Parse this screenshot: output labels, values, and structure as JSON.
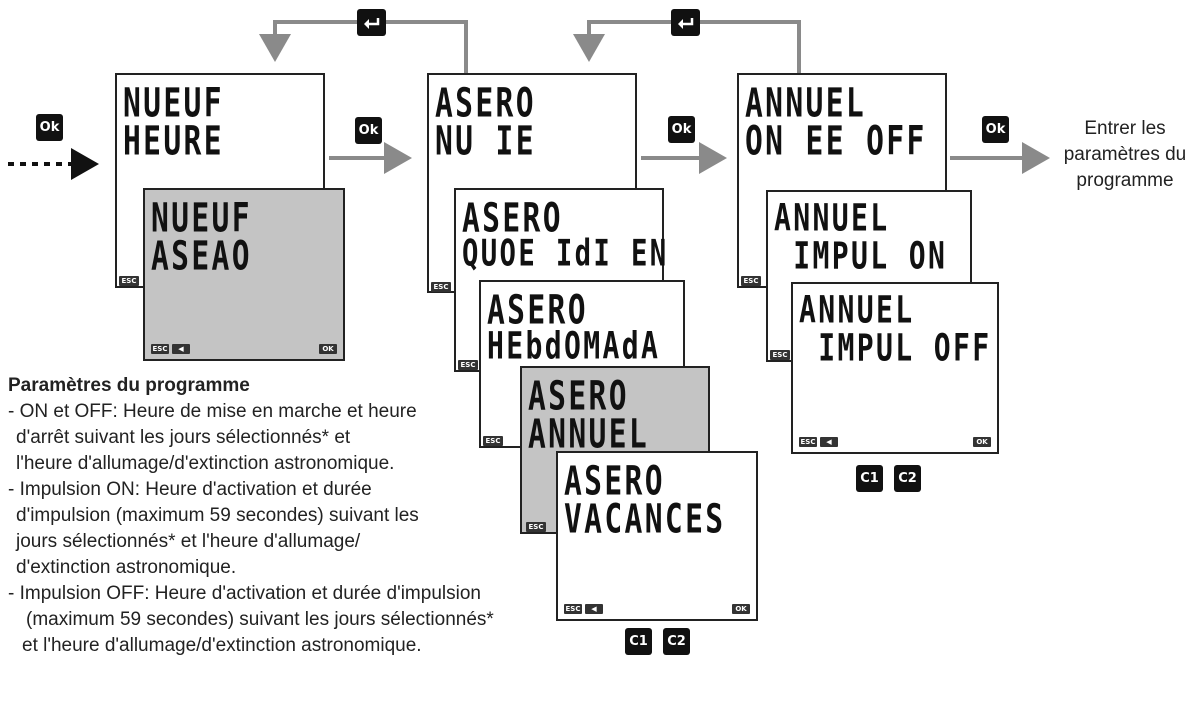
{
  "buttons": {
    "ok": "Ok",
    "return_icon": "return-arrow-icon",
    "c1": "C1",
    "c2": "C2"
  },
  "screens": {
    "nueuf_heure": {
      "line1": "NUEUF",
      "line2": "HEURE"
    },
    "nueuf_astro": {
      "line1": "NUEUF",
      "line2": "ASEAO"
    },
    "astro_nuit": {
      "line1": "ASERO",
      "line2": "NU IE"
    },
    "astro_quotidien": {
      "line1": "ASERO",
      "line2": "QUOE IdI EN"
    },
    "astro_hebdomada": {
      "line1": "ASERO",
      "line2": "HEbdOMAdA"
    },
    "astro_annuel": {
      "line1": "ASERO",
      "line2": "ANNUEL"
    },
    "astro_vacances": {
      "line1": "ASERO",
      "line2": "VACANCES"
    },
    "annuel_on_et_off": {
      "line1": "ANNUEL",
      "line2": "ON EE OFF"
    },
    "annuel_impul_on": {
      "line1": "ANNUEL",
      "line2": " IMPUL ON"
    },
    "annuel_impul_off": {
      "line1": "ANNUEL",
      "line2": " IMPUL OFF"
    }
  },
  "screen_keys": {
    "esc": "ESC",
    "ok": "OK"
  },
  "output_text": [
    "Entrer les",
    "paramètres du",
    "programme"
  ],
  "description": {
    "title": "Paramètres du programme",
    "lines": [
      "- ON et OFF: Heure de mise en marche et heure",
      "d'arrêt suivant les jours sélectionnés* et",
      "l'heure d'allumage/d'extinction astronomique.",
      "- Impulsion ON: Heure d'activation et durée",
      "d'impulsion (maximum 59 secondes) suivant les",
      "jours sélectionnés* et l'heure d'allumage/",
      "d'extinction astronomique.",
      "- Impulsion OFF: Heure d'activation et durée d'impulsion",
      "(maximum 59 secondes) suivant les jours sélectionnés*",
      "et l'heure d'allumage/d'extinction astronomique."
    ]
  },
  "colors": {
    "arrow": "#8a8a8a",
    "screen_grey": "#c4c4c4",
    "button": "#111111"
  }
}
